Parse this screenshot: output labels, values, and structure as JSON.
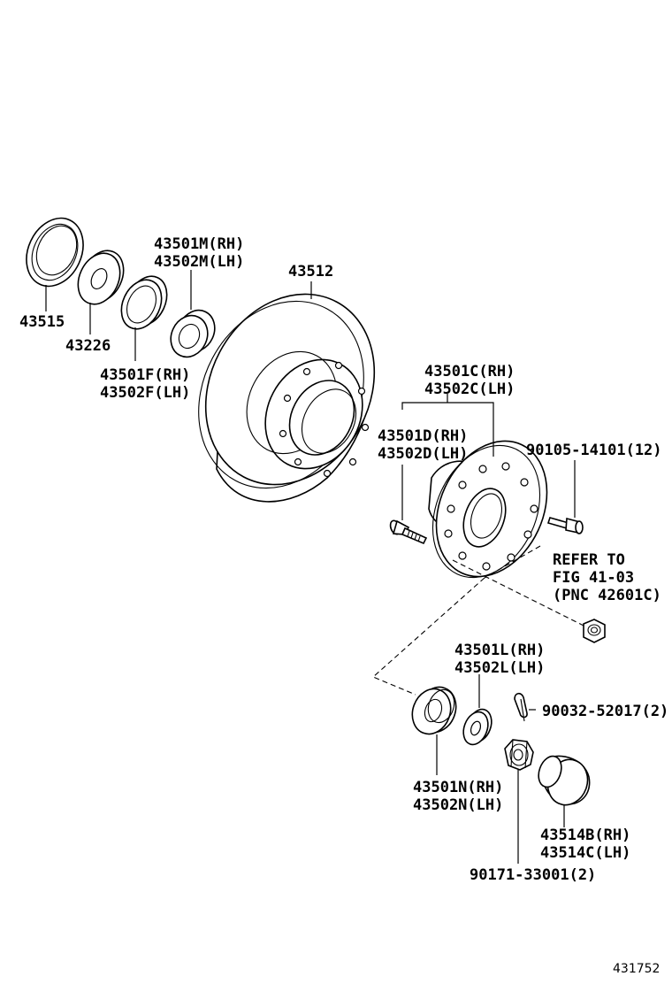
{
  "labels": {
    "p43515": "43515",
    "p43226": "43226",
    "p43501F": "43501F(RH)",
    "p43502F": "43502F(LH)",
    "p43501M": "43501M(RH)",
    "p43502M": "43502M(LH)",
    "p43512": "43512",
    "p43501C": "43501C(RH)",
    "p43502C": "43502C(LH)",
    "p43501D": "43501D(RH)",
    "p43502D": "43502D(LH)",
    "p90105": "90105-14101(12)",
    "refer1": "REFER TO",
    "refer2": "FIG 41-03",
    "refer3": "(PNC  42601C)",
    "p43501L": "43501L(RH)",
    "p43502L": "43502L(LH)",
    "p90032": "90032-52017(2)",
    "p43501N": "43501N(RH)",
    "p43502N": "43502N(LH)",
    "p43514B": "43514B(RH)",
    "p43514C": "43514C(LH)",
    "p90171": "90171-33001(2)"
  },
  "figure_number": "431752",
  "icons": [
    "oil-seal",
    "washer",
    "bearing-race",
    "brake-disc",
    "axle-hub",
    "hub-bolt",
    "nut",
    "cotter-pin",
    "lock-nut",
    "grease-cap"
  ]
}
